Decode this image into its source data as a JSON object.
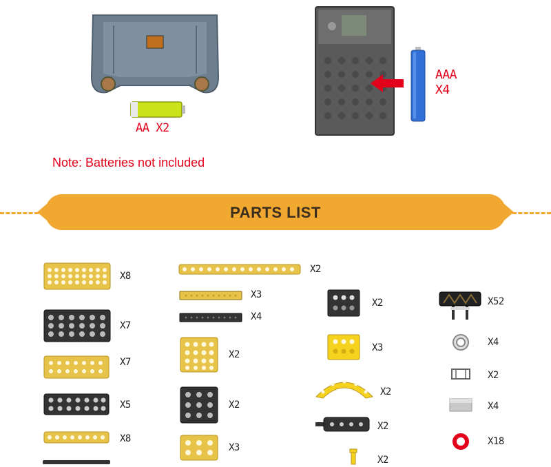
{
  "batteries": {
    "aa_label": "AA  X2",
    "aaa_label_line1": "AAA",
    "aaa_label_line2": "X4",
    "note": "Note: Batteries not included"
  },
  "parts_list": {
    "title": "PARTS LIST",
    "column1": [
      {
        "qty": "X8",
        "color": "#e8c34a"
      },
      {
        "qty": "X7",
        "color": "#333333"
      },
      {
        "qty": "X7",
        "color": "#e8c34a"
      },
      {
        "qty": "X5",
        "color": "#333333"
      },
      {
        "qty": "X8",
        "color": "#e8c34a"
      }
    ],
    "column2": [
      {
        "qty": "X2",
        "color": "#e8c34a"
      },
      {
        "qty": "X3",
        "color": "#e8c34a"
      },
      {
        "qty": "X4",
        "color": "#333333"
      },
      {
        "qty": "X2",
        "color": "#e8c34a"
      },
      {
        "qty": "X2",
        "color": "#333333"
      },
      {
        "qty": "X3",
        "color": "#e8c34a"
      }
    ],
    "column3": [
      {
        "qty": "X2",
        "color": "#333333"
      },
      {
        "qty": "X3",
        "color": "#f5d21e"
      },
      {
        "qty": "X2",
        "color": "#f5d21e"
      },
      {
        "qty": "X2",
        "color": "#333333"
      },
      {
        "qty": "X2",
        "color": "#f5d21e"
      }
    ],
    "column4": [
      {
        "qty": "X52",
        "color": "#333333"
      },
      {
        "qty": "X4",
        "color": "#aaaaaa"
      },
      {
        "qty": "X2",
        "color": "#aaaaaa"
      },
      {
        "qty": "X4",
        "color": "#bbbbbb"
      },
      {
        "qty": "X18",
        "color": "#e3001b"
      }
    ]
  },
  "colors": {
    "banner": "#f0a830",
    "accent_red": "#e3001b"
  }
}
